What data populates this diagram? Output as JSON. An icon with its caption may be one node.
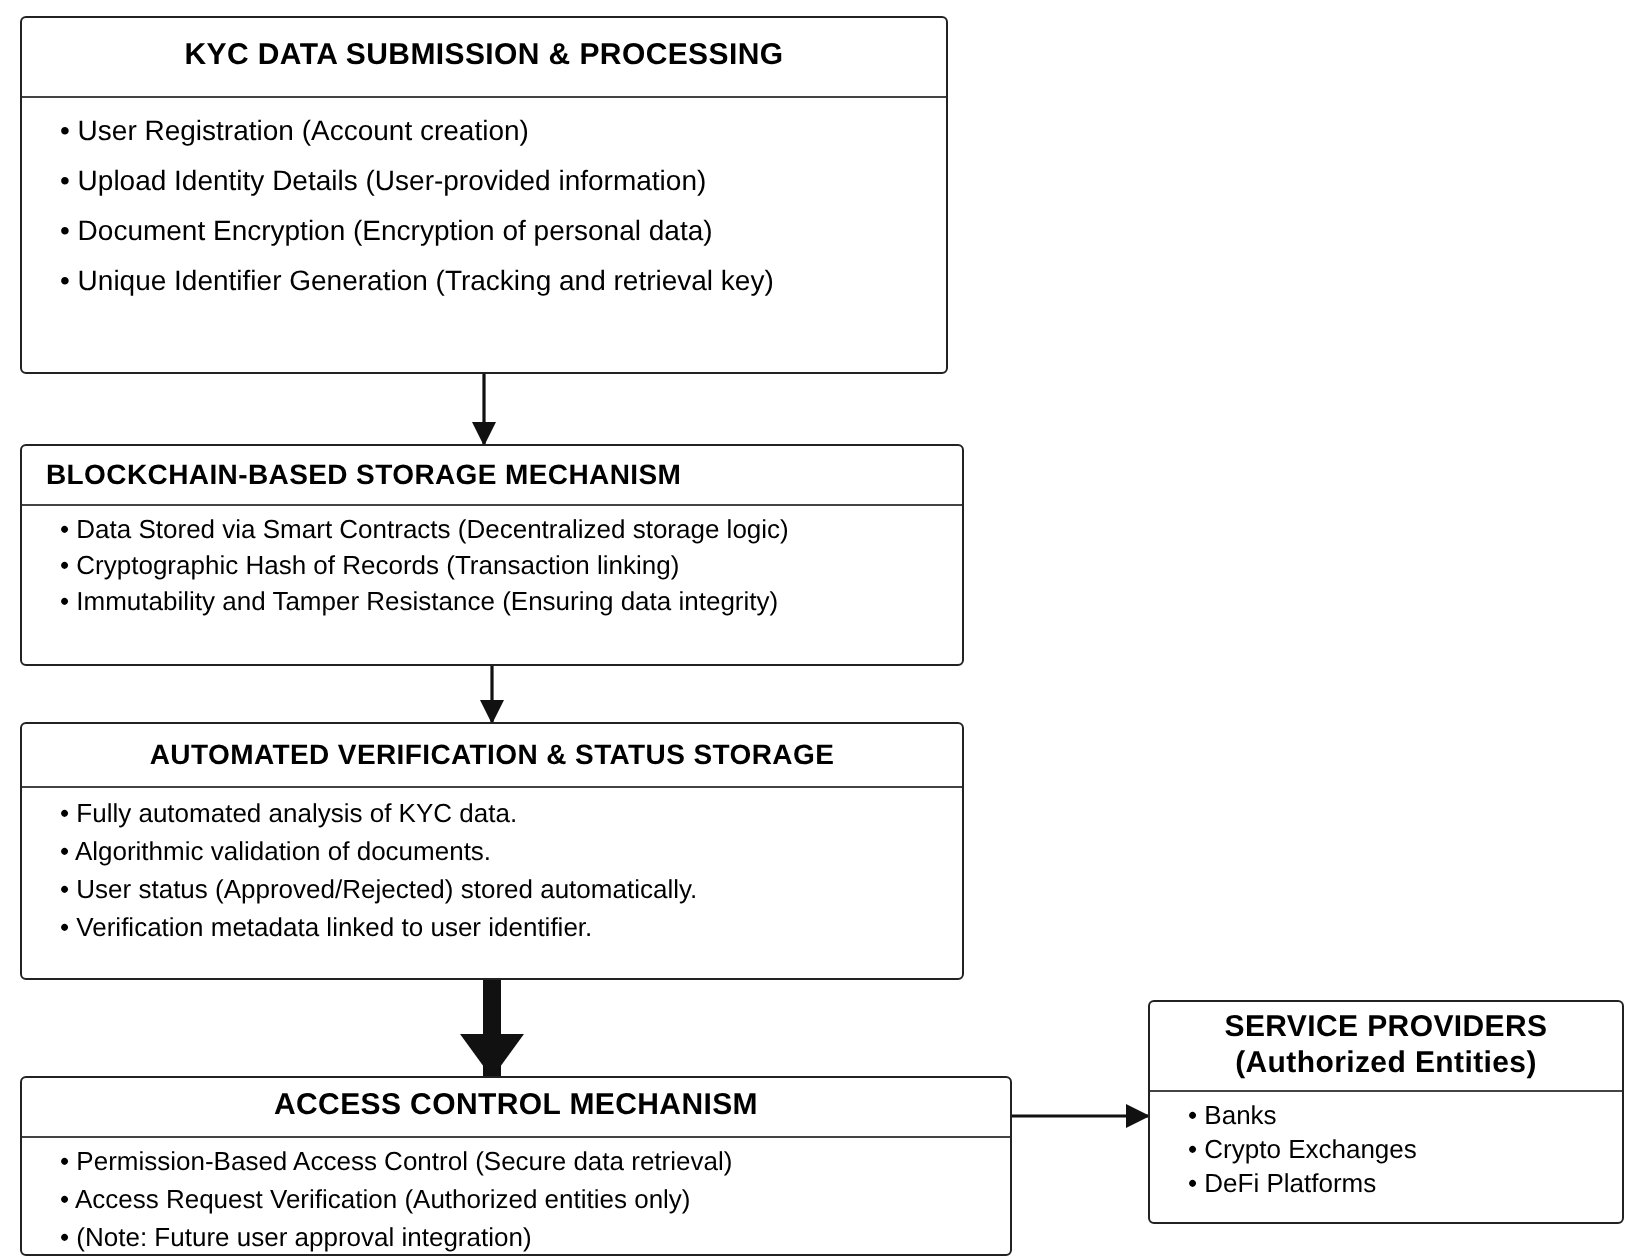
{
  "diagram": {
    "nodes": [
      {
        "text": [
          "KYC DATA SUBMISSION & PROCESSING",
          "• User Registration (Account creation)",
          "• Upload Identity Details (User-provided information)",
          "• Document Encryption (Encryption of personal data)",
          "• Unique Identifier Generation (Tracking and retrieval key)"
        ]
      },
      {
        "text": [
          "BLOCKCHAIN-BASED STORAGE MECHANISM",
          "• Data Stored via Smart Contracts (Decentralized storage logic)",
          "• Cryptographic Hash of Records (Transaction linking)",
          "• Immutability and Tamper Resistance (Ensuring data integrity)"
        ]
      },
      {
        "text": [
          "AUTOMATED VERIFICATION & STATUS STORAGE",
          "• Fully automated analysis of KYC data.",
          "• Algorithmic validation of documents.",
          "• User status (Approved/Rejected) stored automatically.",
          "• Verification metadata linked to user identifier."
        ]
      },
      {
        "text": [
          "ACCESS CONTROL MECHANISM",
          "• Permission-Based Access Control (Secure data retrieval)",
          "• Access Request Verification (Authorized entities only)",
          "• (Note: Future user approval integration)"
        ]
      },
      {
        "text": [
          "SERVICE PROVIDERS (Authorized Entities)",
          "• Banks",
          "• Crypto Exchanges",
          "• DeFi Platforms"
        ]
      }
    ],
    "edges": [
      {
        "from": 0,
        "to": 1,
        "arrow": "to"
      },
      {
        "from": 1,
        "to": 2,
        "arrow": "to"
      },
      {
        "from": 2,
        "to": 3,
        "arrow": "to",
        "style": "thick"
      },
      {
        "from": 3,
        "to": 4,
        "arrow": "to"
      }
    ]
  }
}
